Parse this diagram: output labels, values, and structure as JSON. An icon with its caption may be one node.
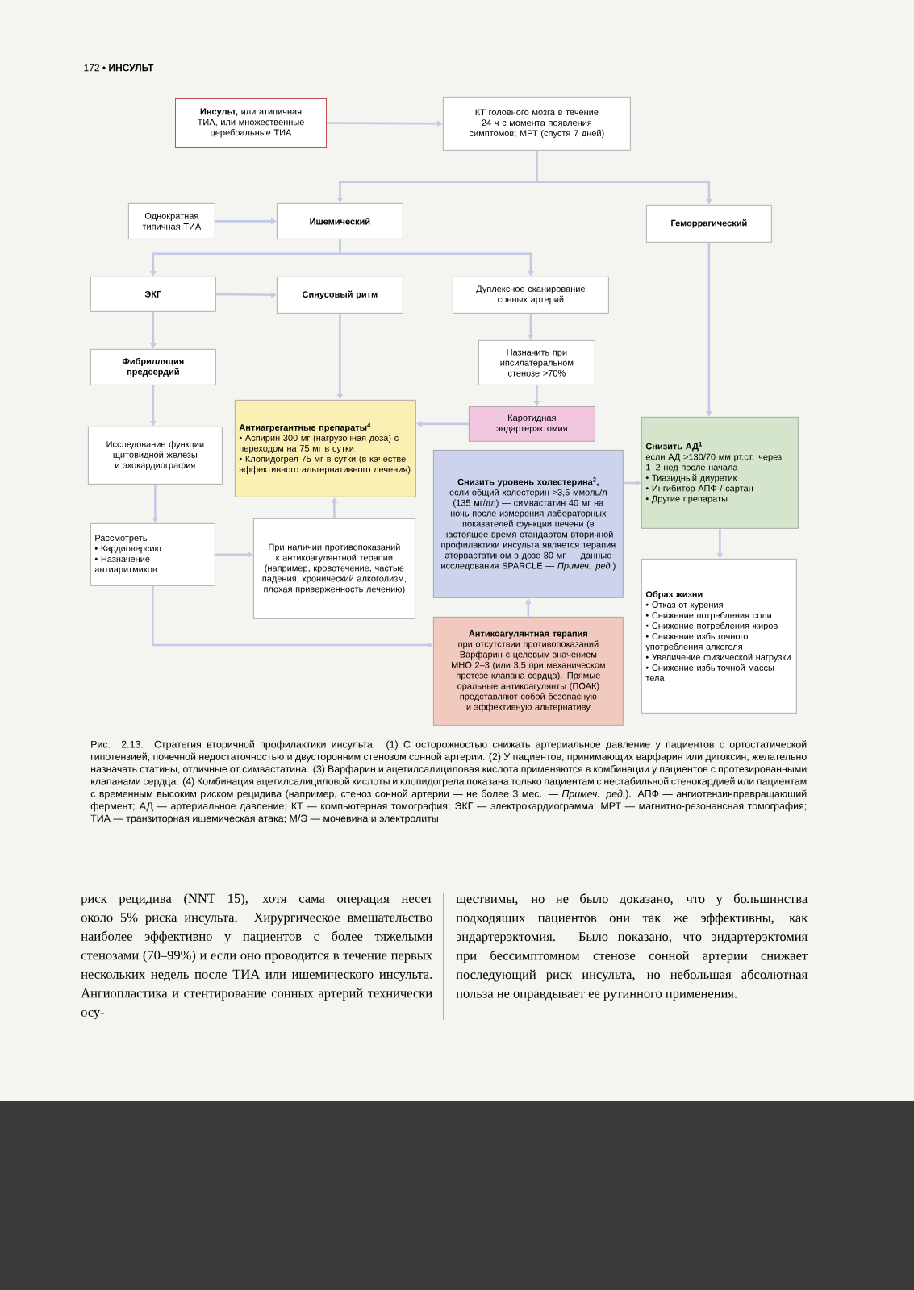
{
  "diagram": {
    "caption": "Рис. 2.13. Стратегия вторичной профилактики инсульта. (1) С осторожностью снижать артериальное давление у пациентов с ортостатической гипотензией, почечной недостаточностью и двусторонним стенозом сонной артерии. (2) У пациентов, принимающих варфарин или дигоксин, желательно назначать статины, отличные от симвастатина. (3) Варфарин и ацетилсалициловая кислота применяются в комбинации у пациентов с протезированными клапанами сердца. (4) Комбинация ацетилсалициловой кислоты и клопидогрела показана только пациентам с нестабильной стенокардией или пациентам с временным высоким риском рецидива (например, стеноз сонной артерии — не более 3 мес. — *Примеч. ред.*). АПФ — ангиотензинпревращающий фермент; АД — артериальное давление; КТ — компьютерная томография; ЭКГ — электрокардиограмма; МРТ — магнитно-резонансная томография; ТИА — транзиторная ишемическая атака; М/Э — мочевина и электролиты",
    "nodes": [
      {
        "text": [
          "**Инсульт,** или атипичная ТИА, или множественные церебральные ТИА"
        ]
      },
      {
        "text": [
          "КТ головного мозга в течение 24 ч с момента появления симптомов; МРТ (спустя 7 дней)"
        ]
      },
      {
        "text": [
          "Однократная типичная ТИА"
        ]
      },
      {
        "text": [
          "Ишемический"
        ]
      },
      {
        "text": [
          "Геморрагический"
        ]
      },
      {
        "text": [
          "ЭКГ"
        ]
      },
      {
        "text": [
          "Синусовый ритм"
        ]
      },
      {
        "text": [
          "Дуплексное сканирование сонных артерий"
        ]
      },
      {
        "text": [
          "Фибрилляция предсердий"
        ]
      },
      {
        "text": [
          "Назначить при ипсилатеральном стенозе >70%"
        ]
      },
      {
        "text": [
          "Антиагрегантные препараты$^{4}$",
          "• Аспирин 300 мг (нагрузочная доза) с переходом на 75 мг в сутки",
          "• Клопидогрел 75 мг в сутки (в качестве эффективного альтернативного лечения)"
        ]
      },
      {
        "text": [
          "Каротидная эндартерэктомия"
        ]
      },
      {
        "text": [
          "Снизить АД$^{1}$",
          "если АД >130/70 мм рт.ст. через 1–2 нед после начала",
          "• Тиазидный диуретик",
          "• Ингибитор АПФ / сартан",
          "• Другие препараты"
        ]
      },
      {
        "text": [
          "Исследование функции щитовидной железы и эхокардиография"
        ]
      },
      {
        "text": [
          "Снизить уровень холестерина$^{2}$,",
          "если общий холестерин >3,5 ммоль/л (135 мг/дл) — симвастатин 40 мг на ночь после измерения лабораторных показателей функции печени (в настоящее время стандартом вторичной профилактики инсульта является терапия аторвастатином в дозе 80 мг — данные исследования SPARCLE — *Примеч. ред.*)"
        ]
      },
      {
        "text": [
          "Рассмотреть",
          "• Кардиоверсию",
          "• Назначение антиаритмиков"
        ]
      },
      {
        "text": [
          "При наличии противопоказаний к антикоагулянтной терапии (например, кровотечение, частые падения, хронический алкоголизм, плохая приверженность лечению)"
        ]
      },
      {
        "text": [
          "Образ жизни",
          "• Отказ от курения",
          "• Снижение потребления соли",
          "• Снижение потребления жиров",
          "• Снижение избыточного употребления алкоголя",
          "• Увеличение физической нагрузки",
          "• Снижение избыточной массы тела"
        ]
      },
      {
        "text": [
          "Антикоагулянтная терапия",
          "при отсутствии противопоказаний Варфарин с целевым значением МНО 2–3 (или 3,5 при механическом протезе клапана сердца). Прямые оральные антикоагулянты (ПОАК) представляют собой безопасную и эффективную альтернативу"
        ]
      }
    ],
    "edges": [
      {
        "from": 0,
        "to": 1,
        "arrow": "to"
      },
      {
        "from": 1,
        "to": 3,
        "arrow": "to"
      },
      {
        "from": 1,
        "to": 4,
        "arrow": "to"
      },
      {
        "from": 2,
        "to": 3,
        "arrow": "to"
      },
      {
        "from": 3,
        "to": 5,
        "arrow": "to"
      },
      {
        "from": 3,
        "to": 7,
        "arrow": "to"
      },
      {
        "from": 5,
        "to": 6,
        "arrow": "to"
      },
      {
        "from": 6,
        "to": 10,
        "arrow": "to"
      },
      {
        "from": 5,
        "to": 8,
        "arrow": "to"
      },
      {
        "from": 7,
        "to": 9,
        "arrow": "to"
      },
      {
        "from": 8,
        "to": 13,
        "arrow": "to"
      },
      {
        "from": 9,
        "to": 11,
        "arrow": "to"
      },
      {
        "from": 11,
        "to": 10,
        "arrow": "to"
      },
      {
        "from": 13,
        "to": 15,
        "arrow": "to"
      },
      {
        "from": 15,
        "to": 16,
        "arrow": "to"
      },
      {
        "from": 16,
        "to": 10,
        "arrow": "to"
      },
      {
        "from": 15,
        "to": 18,
        "arrow": "to"
      },
      {
        "from": 18,
        "to": 14,
        "arrow": "to"
      },
      {
        "from": 14,
        "to": 12,
        "arrow": "to"
      },
      {
        "from": 4,
        "to": 12,
        "arrow": "to"
      },
      {
        "from": 12,
        "to": 17,
        "arrow": "to"
      }
    ],
    "labels": [
      "172 • **ИНСУЛЬТ**",
      "риск рецидива (NNT 15), хотя сама операция несет около 5% риска инсульта. Хирургическое вмешательство наиболее эффективно у пациентов с более тяжелыми стенозами (70–99%) и если оно проводится в течение первых нескольких недель после ТИА или ишемического инсульта. Ангиопластика и стентирование сонных артерий технически осу-",
      "ществимы, но не было доказано, что у большинства подходящих пациентов они так же эффективны, как эндартерэктомия. Было показано, что эндартерэктомия при бессимптомном стенозе сонной артерии снижает последующий риск инсульта, но небольшая абсолютная польза не оправдывает ее рутинного применения."
    ]
  }
}
